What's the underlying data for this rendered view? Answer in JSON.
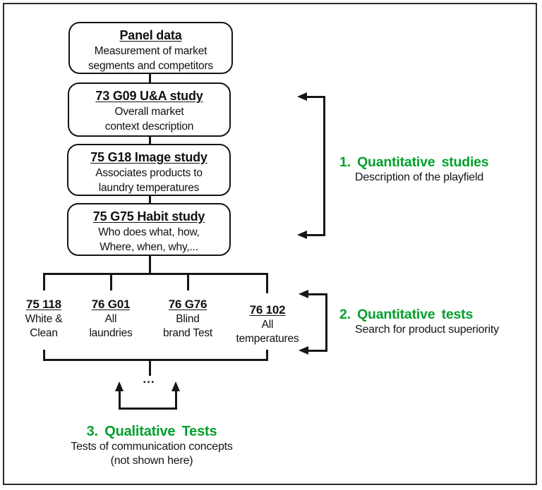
{
  "colors": {
    "accent_green": "#00a12b",
    "line_black": "#161616"
  },
  "boxes": [
    {
      "title": "Panel data",
      "line1": "Measurement of market",
      "line2": "segments and competitors"
    },
    {
      "title": "73 G09 U&A study",
      "line1": "Overall market",
      "line2": "context description"
    },
    {
      "title": "75 G18 Image study",
      "line1": "Associates products to",
      "line2": "laundry temperatures"
    },
    {
      "title": "75 G75 Habit study",
      "line1": "Who does what, how,",
      "line2": "Where, when, why,..."
    }
  ],
  "tests": [
    {
      "code": "75 118",
      "line1": "White &",
      "line2": "Clean"
    },
    {
      "code": "76 G01",
      "line1": "All",
      "line2": "laundries"
    },
    {
      "code": "76 G76",
      "line1": "Blind",
      "line2": "brand Test"
    },
    {
      "code": "76 102",
      "line1": "All",
      "line2": "temperatures"
    }
  ],
  "labels": {
    "quant_studies": {
      "title": "1. Quantitative studies",
      "subtitle": "Description of the playfield"
    },
    "quant_tests": {
      "title": "2. Quantitative tests",
      "subtitle": "Search for product superiority"
    },
    "qual_tests": {
      "title": "3. Qualitative Tests",
      "subtitle": "Tests of communication concepts",
      "note": "(not shown here)"
    }
  },
  "ellipsis": "..."
}
